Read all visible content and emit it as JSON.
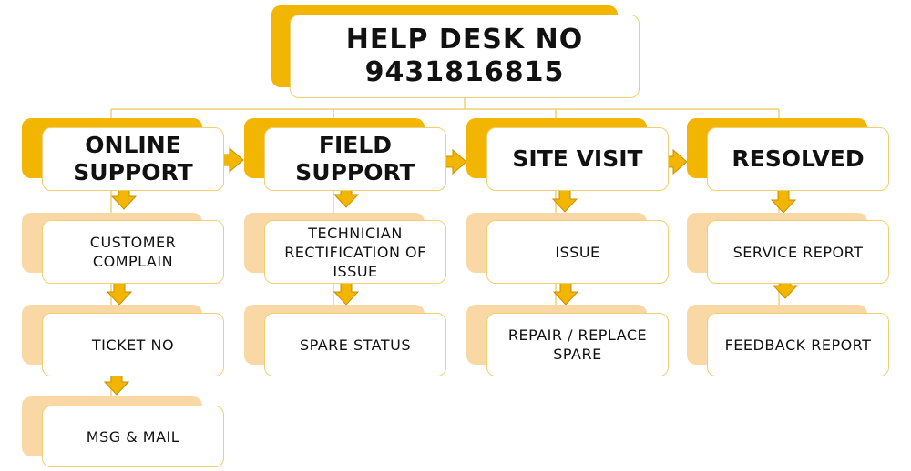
{
  "title": "HELP DESK NO\n9431816815",
  "colors": {
    "accent": "#f2b600",
    "accent_light": "#fad8a6",
    "border": "#f0cf72"
  },
  "columns": [
    {
      "heading": "ONLINE\nSUPPORT",
      "steps": [
        "CUSTOMER\nCOMPLAIN",
        "TICKET NO",
        "MSG & MAIL"
      ]
    },
    {
      "heading": "FIELD\nSUPPORT",
      "steps": [
        "TECHNICIAN\nRECTIFICATION OF\nISSUE",
        "SPARE STATUS"
      ]
    },
    {
      "heading": "SITE VISIT",
      "steps": [
        "ISSUE",
        "REPAIR / REPLACE\nSPARE"
      ]
    },
    {
      "heading": "RESOLVED",
      "steps": [
        "SERVICE REPORT",
        "FEEDBACK REPORT"
      ]
    }
  ]
}
